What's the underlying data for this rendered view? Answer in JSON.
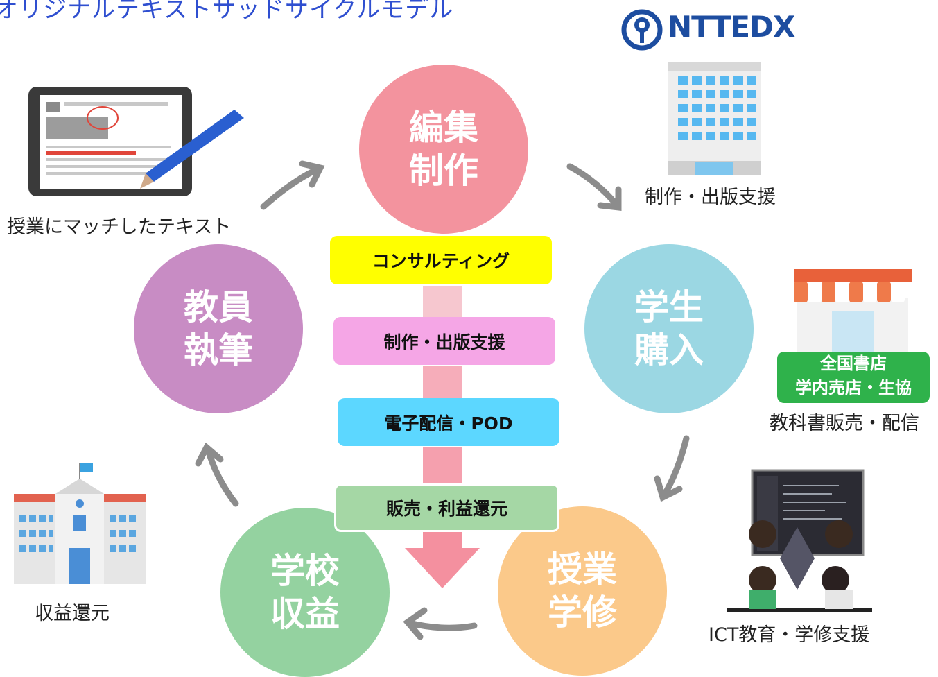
{
  "title": "オリジナルテキストサッドサイクルモデル",
  "logo": {
    "text": "NTTEDX"
  },
  "cycle": {
    "edit": {
      "line1": "編集",
      "line2": "制作"
    },
    "student": {
      "line1": "学生",
      "line2": "購入"
    },
    "class": {
      "line1": "授業",
      "line2": "学修"
    },
    "school": {
      "line1": "学校",
      "line2": "収益"
    },
    "teacher": {
      "line1": "教員",
      "line2": "執筆"
    }
  },
  "center_steps": [
    "コンサルティング",
    "制作・出版支援",
    "電子配信・POD",
    "販売・利益還元"
  ],
  "labels": {
    "textbook": "授業にマッチしたテキスト",
    "publishing": "制作・出版支援",
    "store_line1": "全国書店",
    "store_line2": "学内売店・生協",
    "sales": "教科書販売・配信",
    "ict": "ICT教育・学修支援",
    "returns": "収益還元"
  },
  "colors": {
    "edit": "#f3939e",
    "student": "#9bd7e3",
    "class": "#fbc98a",
    "school": "#94d2a0",
    "teacher": "#c88cc4",
    "title": "#2f4fd0",
    "logo": "#1d4da0"
  }
}
